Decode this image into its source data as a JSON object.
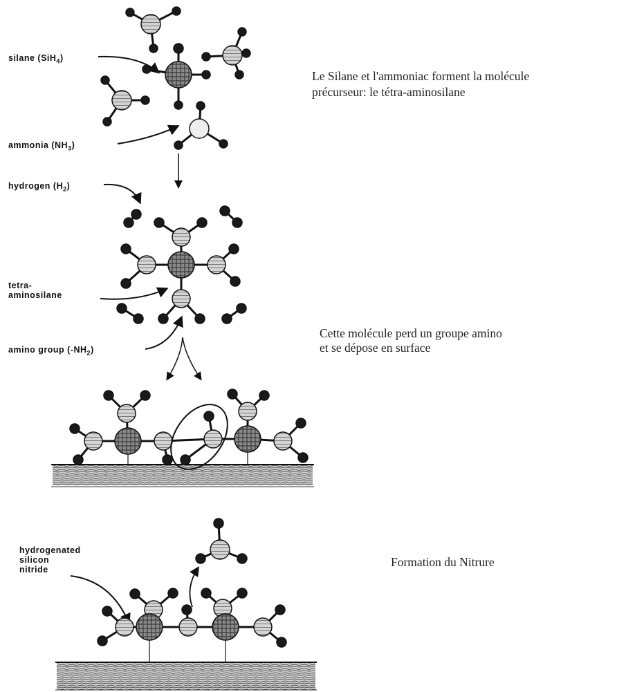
{
  "labels": {
    "silane": "silane (SiH",
    "silane_sub": "4",
    "silane_close": ")",
    "ammonia": "ammonia (NH",
    "ammonia_sub": "3",
    "ammonia_close": ")",
    "hydrogen": "hydrogen (H",
    "hydrogen_sub": "2",
    "hydrogen_close": ")",
    "tetra_1": "tetra-",
    "tetra_2": "aminosilane",
    "amino": "amino group (-NH",
    "amino_sub": "2",
    "amino_close": ")",
    "hsn_1": "hydrogenated",
    "hsn_2": "silicon",
    "hsn_3": "nitride"
  },
  "notes": {
    "step1_line1": "Le Silane et l'ammoniac forment la molécule",
    "step1_line2": "précurseur: le tétra-aminosilane",
    "step2_line1": "Cette molécule perd un groupe amino",
    "step2_line2": "et se dépose en surface",
    "step3_line1": "Formation du Nitrure"
  },
  "colors": {
    "ink": "#111111",
    "silicon": "#6f6f6f",
    "nitrogen": "#a9a9a9",
    "hydrogen": "#1a1a1a",
    "substrate": "#8a8a8a",
    "background": "#ffffff"
  }
}
